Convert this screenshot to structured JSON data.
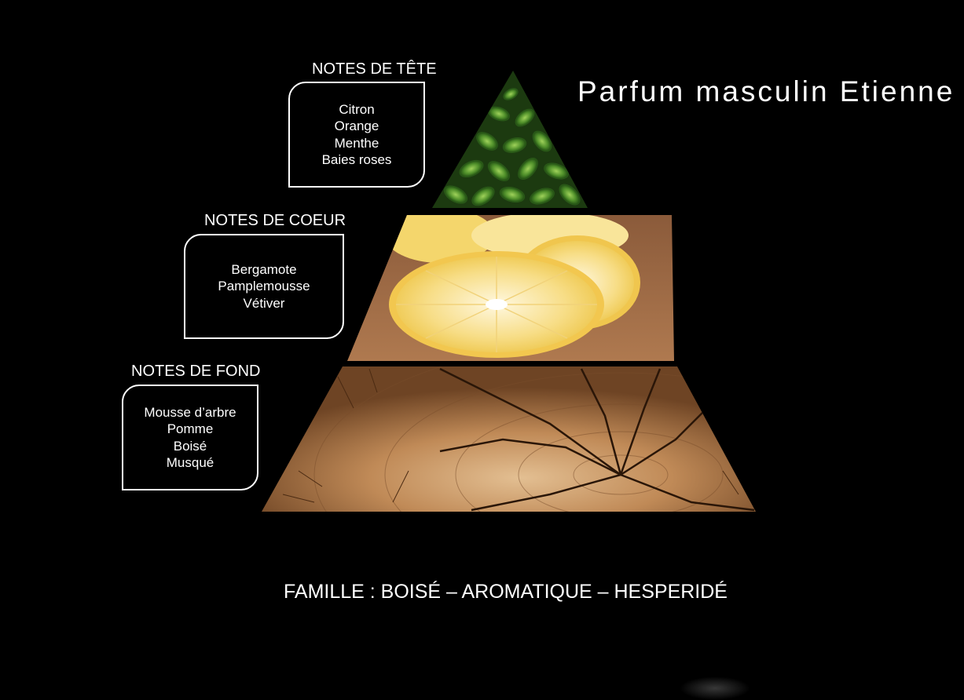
{
  "title": "Parfum masculin Etienne",
  "tiers": [
    {
      "heading": "NOTES DE TÊTE",
      "notes": [
        "Citron",
        "Orange",
        "Menthe",
        "Baies roses"
      ],
      "image": "mint-leaves"
    },
    {
      "heading": "NOTES DE COEUR",
      "notes": [
        "Bergamote",
        "Pamplemousse",
        "Vétiver"
      ],
      "image": "grapefruit-slices"
    },
    {
      "heading": "NOTES DE FOND",
      "notes": [
        "Mousse d’arbre",
        "Pomme",
        "Boisé",
        "Musqué"
      ],
      "image": "wood-cross-section"
    }
  ],
  "famille": "FAMILLE : BOISÉ – AROMATIQUE – HESPERIDÉ",
  "colors": {
    "background": "#000000",
    "text": "#ffffff"
  }
}
